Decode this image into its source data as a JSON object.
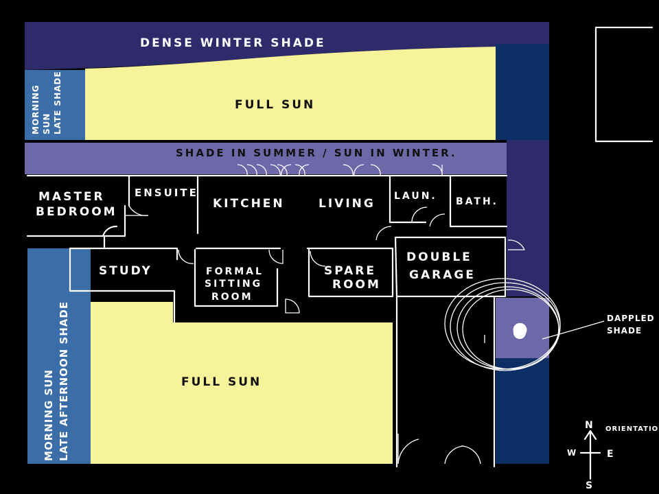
{
  "zones": {
    "dense_winter_shade": "DENSE WINTER SHADE",
    "full_sun_north": "FULL SUN",
    "full_sun_south": "FULL SUN",
    "shade_summer_sun_winter": "SHADE IN SUMMER / SUN IN WINTER.",
    "morning_sun_late_shade_top": [
      "MORNING",
      "SUN",
      "LATE SHADE"
    ],
    "morning_sun_late_afternoon_shade": [
      "MORNING SUN",
      "LATE AFTERNOON SHADE"
    ]
  },
  "rooms": {
    "master_bedroom": [
      "MASTER",
      "BEDROOM"
    ],
    "ensuite": "ENSUITE",
    "kitchen": "KITCHEN",
    "living": "LIVING",
    "laundry": "LAUN.",
    "bath": "BATH.",
    "study": "STUDY",
    "formal_sitting_room": [
      "FORMAL",
      "SITTING",
      "ROOM"
    ],
    "spare_room": [
      "SPARE",
      "ROOM"
    ],
    "double_garage": [
      "DOUBLE",
      "GARAGE"
    ]
  },
  "annotations": {
    "dappled_shade": [
      "DAPPLED",
      "SHADE"
    ],
    "orientation": "ORIENTATION.",
    "compass": {
      "n": "N",
      "s": "S",
      "e": "E",
      "w": "W"
    }
  },
  "colors": {
    "background": "#000000",
    "dense_shade": "#2f2b6b",
    "full_sun": "#f6f39a",
    "summer_shade": "#6f68a8",
    "morning_sun": "#3b6da8",
    "dark_navy": "#0c2f66",
    "dappled": "#6f68a8",
    "lines": "#ffffff"
  }
}
